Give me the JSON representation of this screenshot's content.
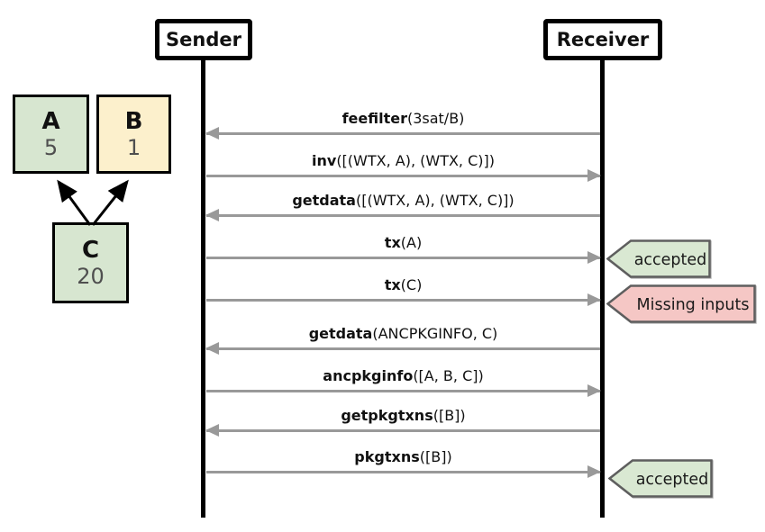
{
  "actors": [
    {
      "label": "Sender"
    },
    {
      "label": "Receiver"
    }
  ],
  "graph": {
    "nodes": [
      {
        "id": "A",
        "label": "A",
        "value": "5",
        "fill": "green"
      },
      {
        "id": "B",
        "label": "B",
        "value": "1",
        "fill": "yellow"
      },
      {
        "id": "C",
        "label": "C",
        "value": "20",
        "fill": "green"
      }
    ],
    "edges": [
      {
        "from": "C",
        "to": "A"
      },
      {
        "from": "C",
        "to": "B"
      }
    ]
  },
  "messages": [
    {
      "name": "feefilter",
      "args": "(3sat/B)",
      "direction": "receiver-to-sender"
    },
    {
      "name": "inv",
      "args": "([(WTX, A), (WTX, C)])",
      "direction": "sender-to-receiver"
    },
    {
      "name": "getdata",
      "args": "([(WTX, A), (WTX, C)])",
      "direction": "receiver-to-sender"
    },
    {
      "name": "tx",
      "args": "(A)",
      "direction": "sender-to-receiver"
    },
    {
      "name": "tx",
      "args": "(C)",
      "direction": "sender-to-receiver"
    },
    {
      "name": "getdata",
      "args": "(ANCPKGINFO, C)",
      "direction": "receiver-to-sender"
    },
    {
      "name": "ancpkginfo",
      "args": "([A, B, C])",
      "direction": "sender-to-receiver"
    },
    {
      "name": "getpkgtxns",
      "args": "([B])",
      "direction": "receiver-to-sender"
    },
    {
      "name": "pkgtxns",
      "args": "([B])",
      "direction": "sender-to-receiver"
    }
  ],
  "tags": [
    {
      "label": "accepted",
      "status": "success"
    },
    {
      "label": "Missing inputs",
      "status": "error"
    },
    {
      "label": "accepted",
      "status": "success"
    }
  ],
  "colors": {
    "node_green": "#d7e6d0",
    "node_yellow": "#fcf0cc",
    "tag_green": "#d9e8d2",
    "tag_pink": "#f5c7c5",
    "tag_border": "#5e5e5e",
    "arrow_gray": "#999999",
    "line_black": "#000000"
  }
}
